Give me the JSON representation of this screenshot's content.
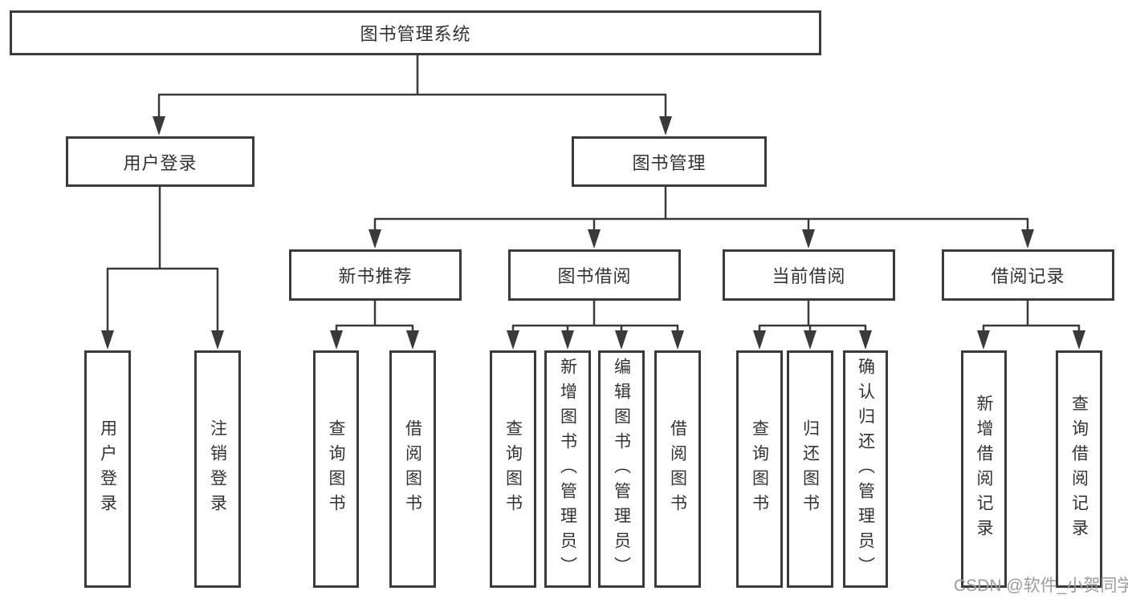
{
  "diagram_type": "hierarchy-tree",
  "colors": {
    "line": "#3a3a3a",
    "box_border": "#3a3a3a",
    "text": "#333333",
    "background": "#ffffff",
    "watermark": "#9c9c9c"
  },
  "tree": {
    "root": {
      "label": "图书管理系统",
      "children": [
        {
          "label": "用户登录",
          "children": [
            {
              "label": "用户登录"
            },
            {
              "label": "注销登录"
            }
          ]
        },
        {
          "label": "图书管理",
          "children": [
            {
              "label": "新书推荐",
              "children": [
                {
                  "label": "查询图书"
                },
                {
                  "label": "借阅图书"
                }
              ]
            },
            {
              "label": "图书借阅",
              "children": [
                {
                  "label": "查询图书"
                },
                {
                  "label": "新增图书（管理员）"
                },
                {
                  "label": "编辑图书（管理员）"
                },
                {
                  "label": "借阅图书"
                }
              ]
            },
            {
              "label": "当前借阅",
              "children": [
                {
                  "label": "查询图书"
                },
                {
                  "label": "归还图书"
                },
                {
                  "label": "确认归还（管理员）"
                }
              ]
            },
            {
              "label": "借阅记录",
              "children": [
                {
                  "label": "新增借阅记录"
                },
                {
                  "label": "查询借阅记录"
                }
              ]
            }
          ]
        }
      ]
    }
  },
  "watermark": {
    "text": "CSDN @软件_小贺同学"
  }
}
